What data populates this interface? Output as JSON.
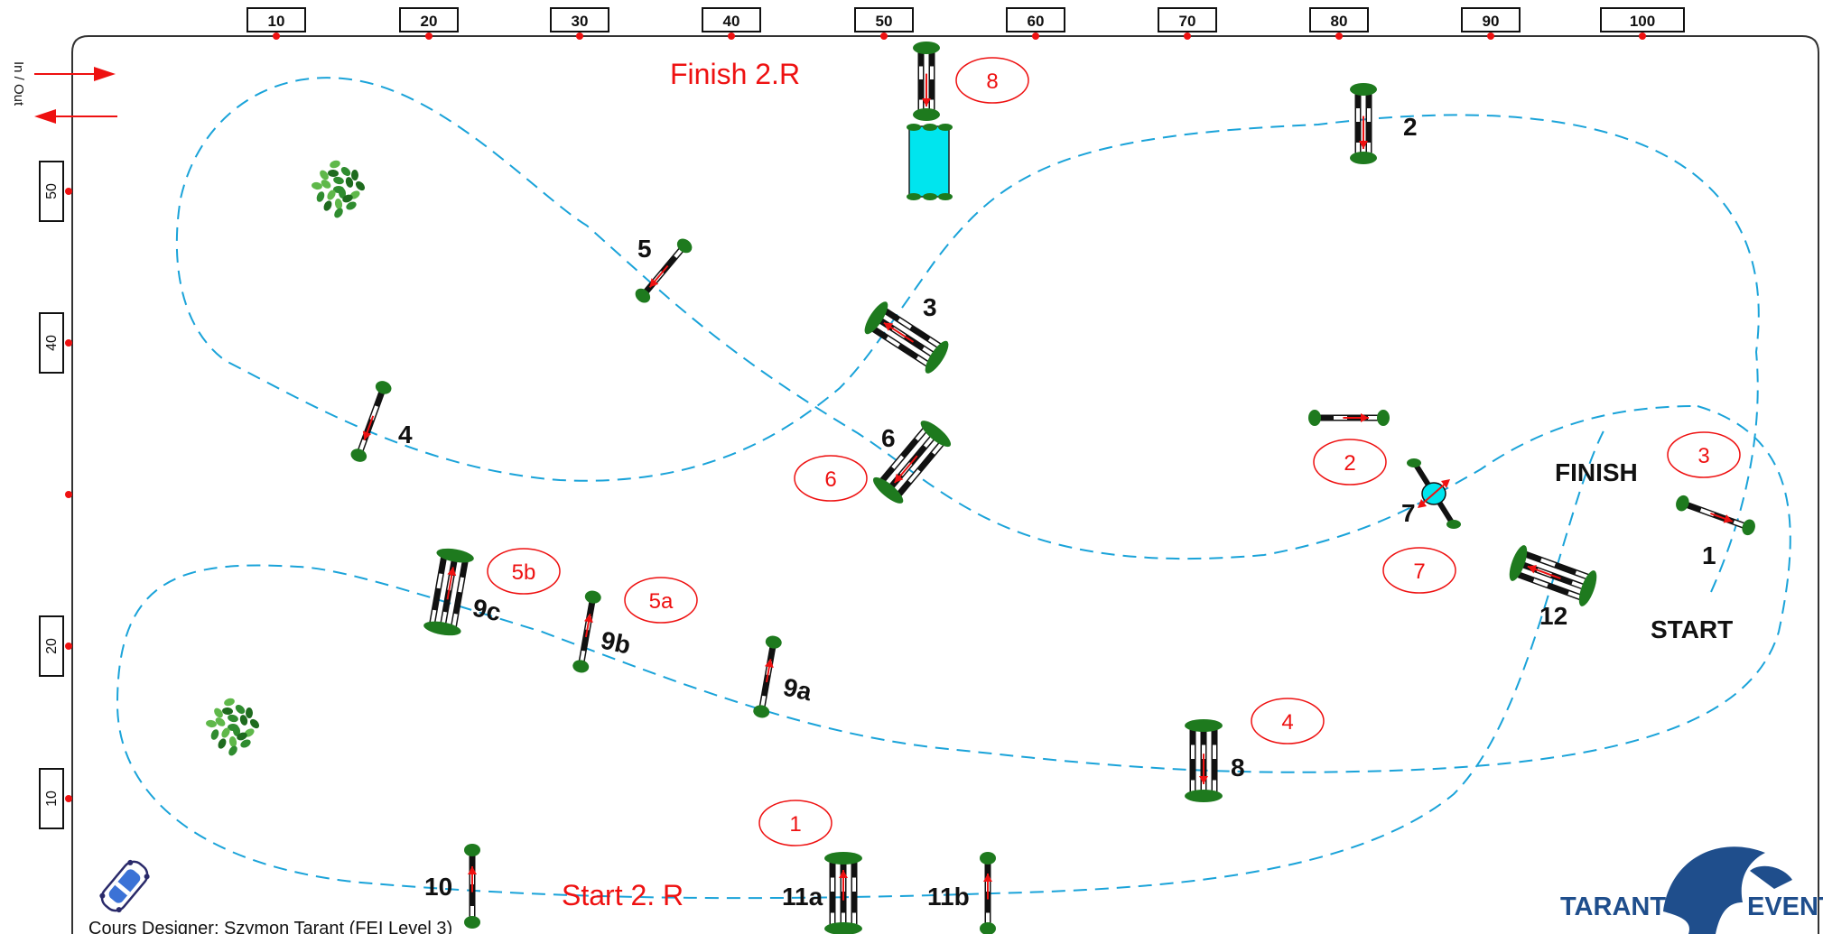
{
  "ruler_top": [
    "10",
    "20",
    "30",
    "40",
    "50",
    "60",
    "70",
    "80",
    "90",
    "100"
  ],
  "ruler_left": [
    "50",
    "40",
    "20",
    "10"
  ],
  "in_out_label": "In / Out",
  "fence_labels": [
    {
      "text": "1"
    },
    {
      "text": "2"
    },
    {
      "text": "3"
    },
    {
      "text": "4"
    },
    {
      "text": "5"
    },
    {
      "text": "6"
    },
    {
      "text": "7"
    },
    {
      "text": "8"
    },
    {
      "text": "9a"
    },
    {
      "text": "9b"
    },
    {
      "text": "9c"
    },
    {
      "text": "10"
    },
    {
      "text": "11a"
    },
    {
      "text": "11b"
    },
    {
      "text": "12"
    }
  ],
  "round2_markers": [
    "1",
    "2",
    "3",
    "4",
    "5a",
    "5b",
    "6",
    "7",
    "8"
  ],
  "text_labels": {
    "finish": "FINISH",
    "start": "START",
    "finish_round2": "Finish 2.R",
    "start_round2": "Start 2. R",
    "designer": "Cours Designer: Szymon Tarant (FEI Level 3)"
  },
  "logo": {
    "left": "TARANT",
    "right": "EVENTS"
  },
  "colors": {
    "path": "#1aa3d9",
    "red": "#ee1111",
    "green": "#1e7a1e",
    "water": "#00e5ee",
    "logo": "#1f4e8c"
  }
}
